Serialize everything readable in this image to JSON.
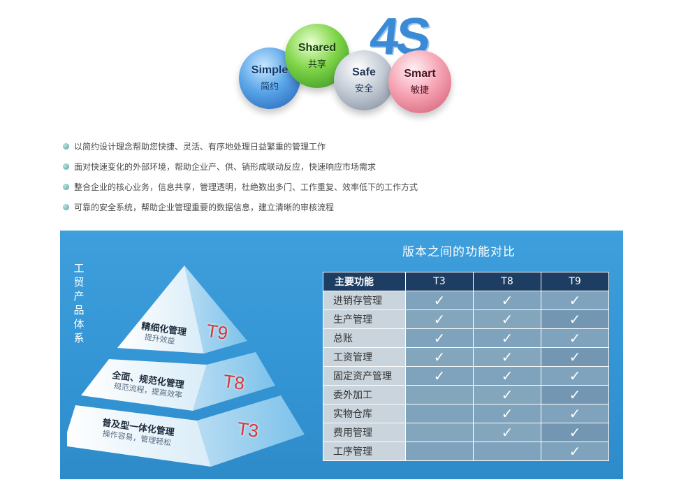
{
  "hero": {
    "logo": "4S",
    "balls": [
      {
        "en": "Simple",
        "zh": "简约"
      },
      {
        "en": "Shared",
        "zh": "共享"
      },
      {
        "en": "Safe",
        "zh": "安全"
      },
      {
        "en": "Smart",
        "zh": "敏捷"
      }
    ]
  },
  "bullets": [
    "以简约设计理念帮助您快捷、灵活、有序地处理日益繁重的管理工作",
    "面对快速变化的外部环境，帮助企业产、供、销形成联动反应，快速响应市场需求",
    "整合企业的核心业务，信息共享，管理透明，杜绝数出多门、工作重复、效率低下的工作方式",
    "可靠的安全系统，帮助企业管理重要的数据信息，建立清晰的审核流程"
  ],
  "pyramid": {
    "vertical_title": "工贸产品体系",
    "tiers": [
      {
        "code": "T9",
        "title": "精细化管理",
        "sub": "提升效益"
      },
      {
        "code": "T8",
        "title": "全面、规范化管理",
        "sub": "规范流程，提高效率"
      },
      {
        "code": "T3",
        "title": "普及型一体化管理",
        "sub": "操作容易，管理轻松"
      }
    ]
  },
  "compare": {
    "title": "版本之间的功能对比",
    "headers": [
      "主要功能",
      "T3",
      "T8",
      "T9"
    ],
    "check": "✓",
    "rows": [
      {
        "name": "进销存管理",
        "t3": true,
        "t8": true,
        "t9": true
      },
      {
        "name": "生产管理",
        "t3": true,
        "t8": true,
        "t9": true
      },
      {
        "name": "总账",
        "t3": true,
        "t8": true,
        "t9": true
      },
      {
        "name": "工资管理",
        "t3": true,
        "t8": true,
        "t9": true
      },
      {
        "name": "固定资产管理",
        "t3": true,
        "t8": true,
        "t9": true
      },
      {
        "name": "委外加工",
        "t3": false,
        "t8": true,
        "t9": true
      },
      {
        "name": "实物仓库",
        "t3": false,
        "t8": true,
        "t9": true
      },
      {
        "name": "费用管理",
        "t3": false,
        "t8": true,
        "t9": true
      },
      {
        "name": "工序管理",
        "t3": false,
        "t8": false,
        "t9": true
      }
    ]
  }
}
